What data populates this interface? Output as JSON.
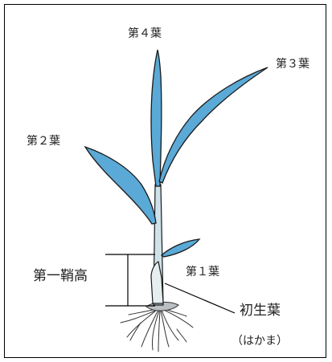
{
  "labels": {
    "leaf4": "第４葉",
    "leaf3": "第３葉",
    "leaf2": "第２葉",
    "leaf1": "第１葉",
    "first_sheath_height": "第一鞘高",
    "coleoptile": "初生葉",
    "coleoptile_reading": "（はかま）"
  },
  "colors": {
    "leaf_fill": "#5aa9d6",
    "leaf_stroke": "#1a1a1a",
    "stem_fill": "#cfe2ea",
    "sheath_fill": "#e6eef0",
    "root_fill": "#b9bfc2",
    "line": "#000000"
  }
}
